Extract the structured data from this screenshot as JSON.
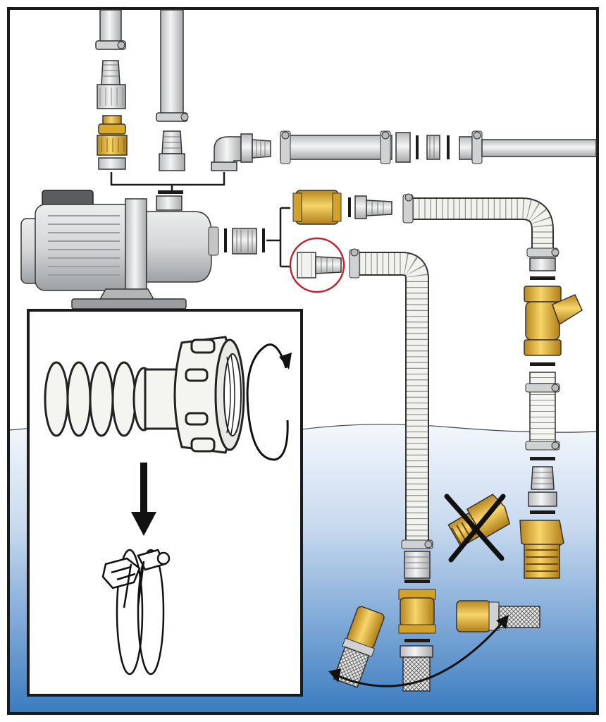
{
  "diagram": {
    "kind": "pump-installation-schematic",
    "colors": {
      "frame": "#1a1a1a",
      "pipe_grey": "#d9dadb",
      "pipe_shade": "#a9abae",
      "hose_white": "#f2f2ee",
      "brass": "#e6b93a",
      "brass_dark": "#b3831c",
      "water_top": "#eef3fa",
      "water_bottom": "#3f7fc2",
      "highlight_ring": "#c8202c",
      "pump_body": "#d2d4d6"
    },
    "components": [
      "upright-suction-hose-left",
      "upright-pipe-center",
      "garden-hose-coupling",
      "elbow-fitting",
      "discharge-pipe",
      "garden-pump",
      "check-valve",
      "hose-nozzle-highlighted",
      "spiral-suction-hose",
      "y-strainer-filter",
      "foot-valve",
      "suction-basket"
    ],
    "icons": [
      "rotate-clockwise-icon",
      "arrow-down-icon",
      "cross-out-icon",
      "curved-double-arrow-icon"
    ],
    "inset": {
      "subject": "union-nut-hose-fitting",
      "result": "hose-clamps"
    }
  }
}
